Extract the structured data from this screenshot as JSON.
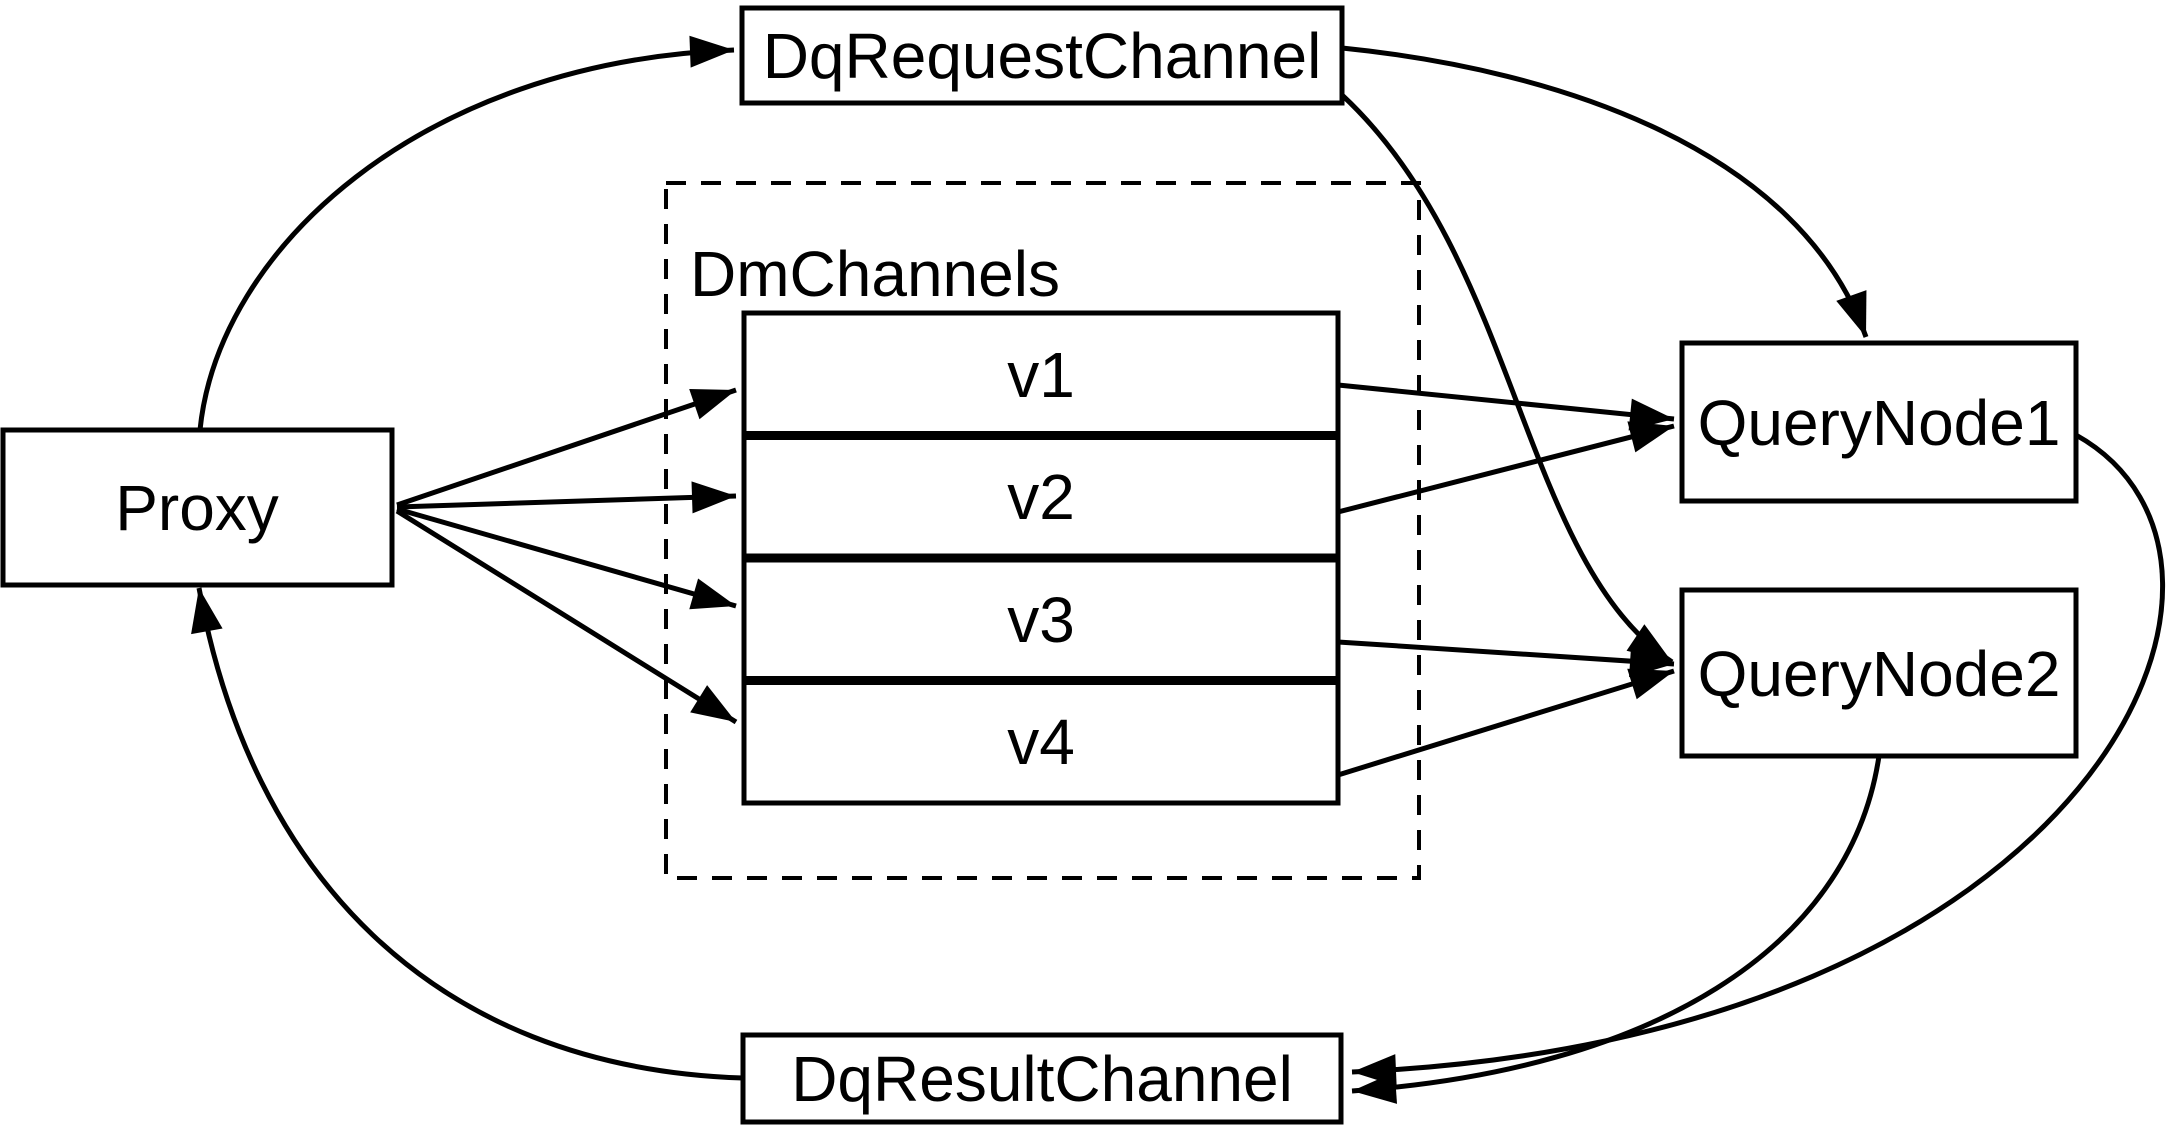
{
  "diagram": {
    "background_color": "#ffffff",
    "line_color": "#000000",
    "nodes": {
      "proxy": {
        "label": "Proxy"
      },
      "dq_request_channel": {
        "label": "DqRequestChannel"
      },
      "dm_channels": {
        "label": "DmChannels",
        "channels": [
          {
            "label": "v1"
          },
          {
            "label": "v2"
          },
          {
            "label": "v3"
          },
          {
            "label": "v4"
          }
        ]
      },
      "query_node_1": {
        "label": "QueryNode1"
      },
      "query_node_2": {
        "label": "QueryNode2"
      },
      "dq_result_channel": {
        "label": "DqResultChannel"
      }
    },
    "edges": [
      {
        "from": "Proxy",
        "to": "DqRequestChannel"
      },
      {
        "from": "DqRequestChannel",
        "to": "QueryNode1"
      },
      {
        "from": "DqRequestChannel",
        "to": "QueryNode2"
      },
      {
        "from": "Proxy",
        "to": "v1"
      },
      {
        "from": "Proxy",
        "to": "v2"
      },
      {
        "from": "Proxy",
        "to": "v3"
      },
      {
        "from": "Proxy",
        "to": "v4"
      },
      {
        "from": "v1",
        "to": "QueryNode1"
      },
      {
        "from": "v2",
        "to": "QueryNode1"
      },
      {
        "from": "v3",
        "to": "QueryNode2"
      },
      {
        "from": "v4",
        "to": "QueryNode2"
      },
      {
        "from": "QueryNode1",
        "to": "DqResultChannel"
      },
      {
        "from": "QueryNode2",
        "to": "DqResultChannel"
      },
      {
        "from": "DqResultChannel",
        "to": "Proxy"
      }
    ]
  }
}
